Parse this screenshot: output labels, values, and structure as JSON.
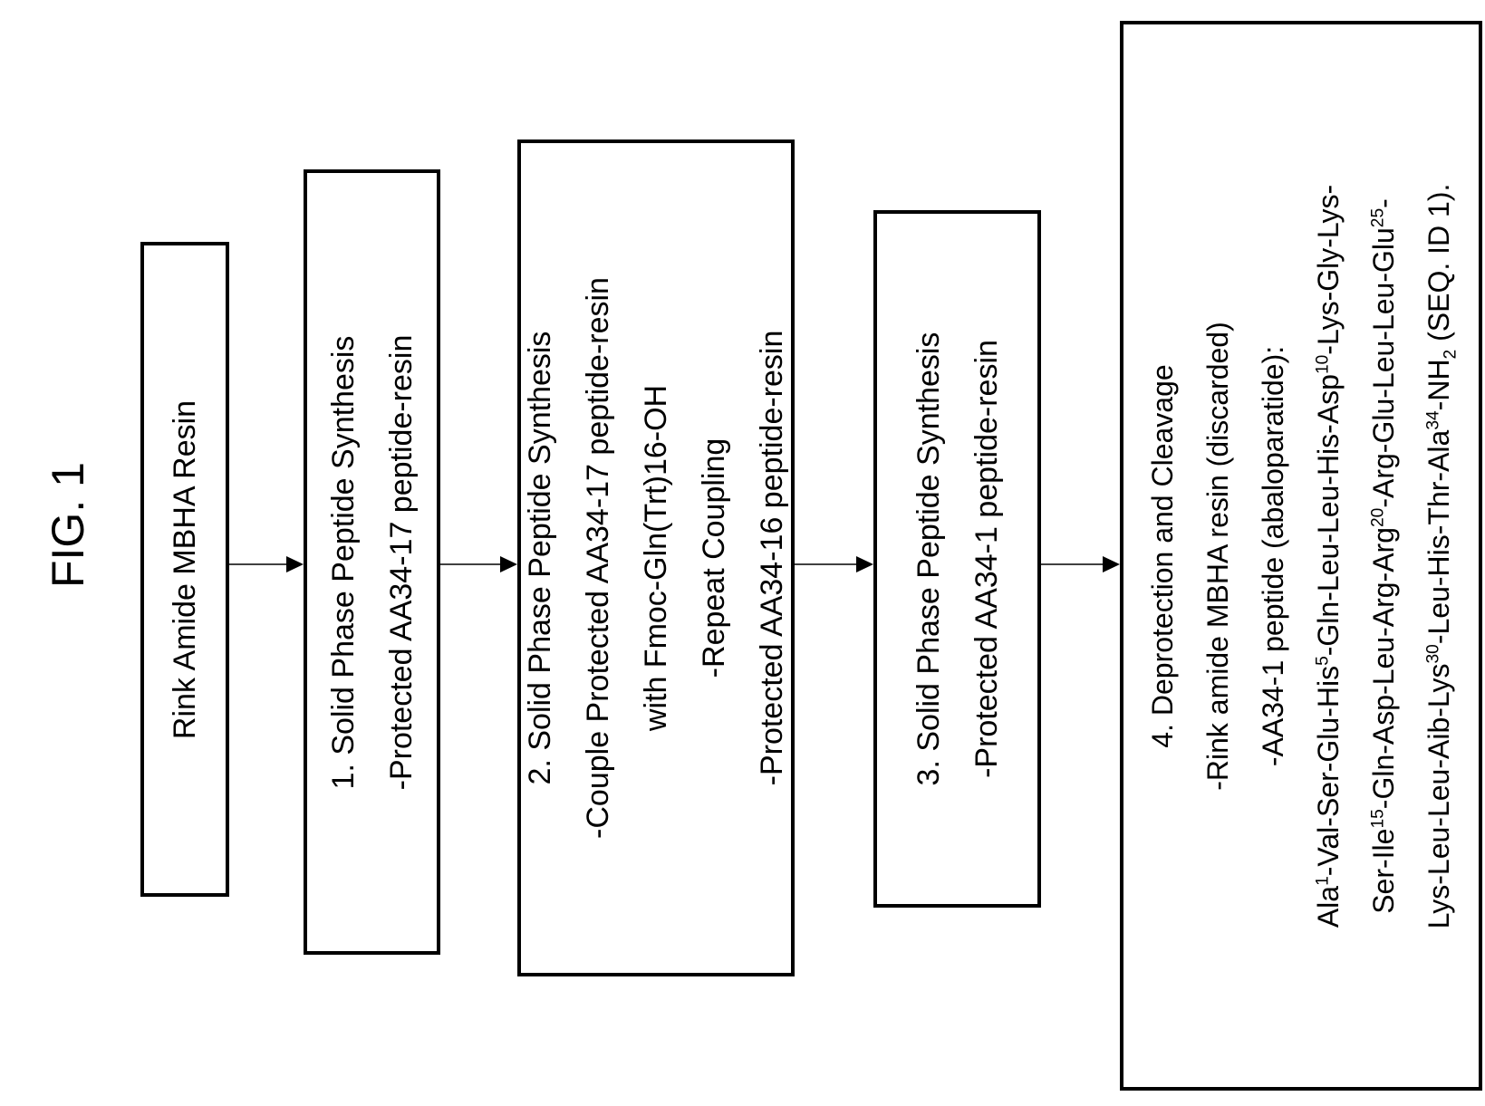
{
  "figure": {
    "title": "FIG. 1"
  },
  "boxes": [
    {
      "lines": [
        "Rink Amide MBHA Resin"
      ]
    },
    {
      "lines": [
        "1. Solid Phase Peptide Synthesis",
        "-Protected AA34-17 peptide-resin"
      ]
    },
    {
      "lines": [
        "2. Solid Phase Peptide Synthesis",
        "-Couple Protected AA34-17 peptide-resin",
        "with Fmoc-Gln(Trt)16-OH",
        "-Repeat Coupling",
        "-Protected AA34-16 peptide-resin"
      ]
    },
    {
      "lines": [
        "3. Solid Phase Peptide Synthesis",
        "-Protected AA34-1 peptide-resin"
      ]
    },
    {
      "lines": [
        "4. Deprotection and Cleavage",
        "-Rink amide MBHA resin (discarded)",
        "-AA34-1 peptide (abaloparatide):"
      ]
    }
  ],
  "sequence": {
    "line1": [
      {
        "t": "Ala"
      },
      {
        "sup": "1"
      },
      {
        "t": "-Val-Ser-Glu-His"
      },
      {
        "sup": "5"
      },
      {
        "t": "-Gln-Leu-Leu-His-Asp"
      },
      {
        "sup": "10"
      },
      {
        "t": "-Lys-Gly-Lys-"
      }
    ],
    "line2": [
      {
        "t": "Ser-Ile"
      },
      {
        "sup": "15"
      },
      {
        "t": "-Gln-Asp-Leu-Arg-Arg"
      },
      {
        "sup": "20"
      },
      {
        "t": "-Arg-Glu-Leu-Leu-Glu"
      },
      {
        "sup": "25"
      },
      {
        "t": "-"
      }
    ],
    "line3": [
      {
        "t": "Lys-Leu-Leu-Aib-Lys"
      },
      {
        "sup": "30"
      },
      {
        "t": "-Leu-His-Thr-Ala"
      },
      {
        "sup": "34"
      },
      {
        "t": "-NH"
      },
      {
        "sub": "2"
      },
      {
        "t": " (SEQ. ID 1)."
      }
    ]
  }
}
